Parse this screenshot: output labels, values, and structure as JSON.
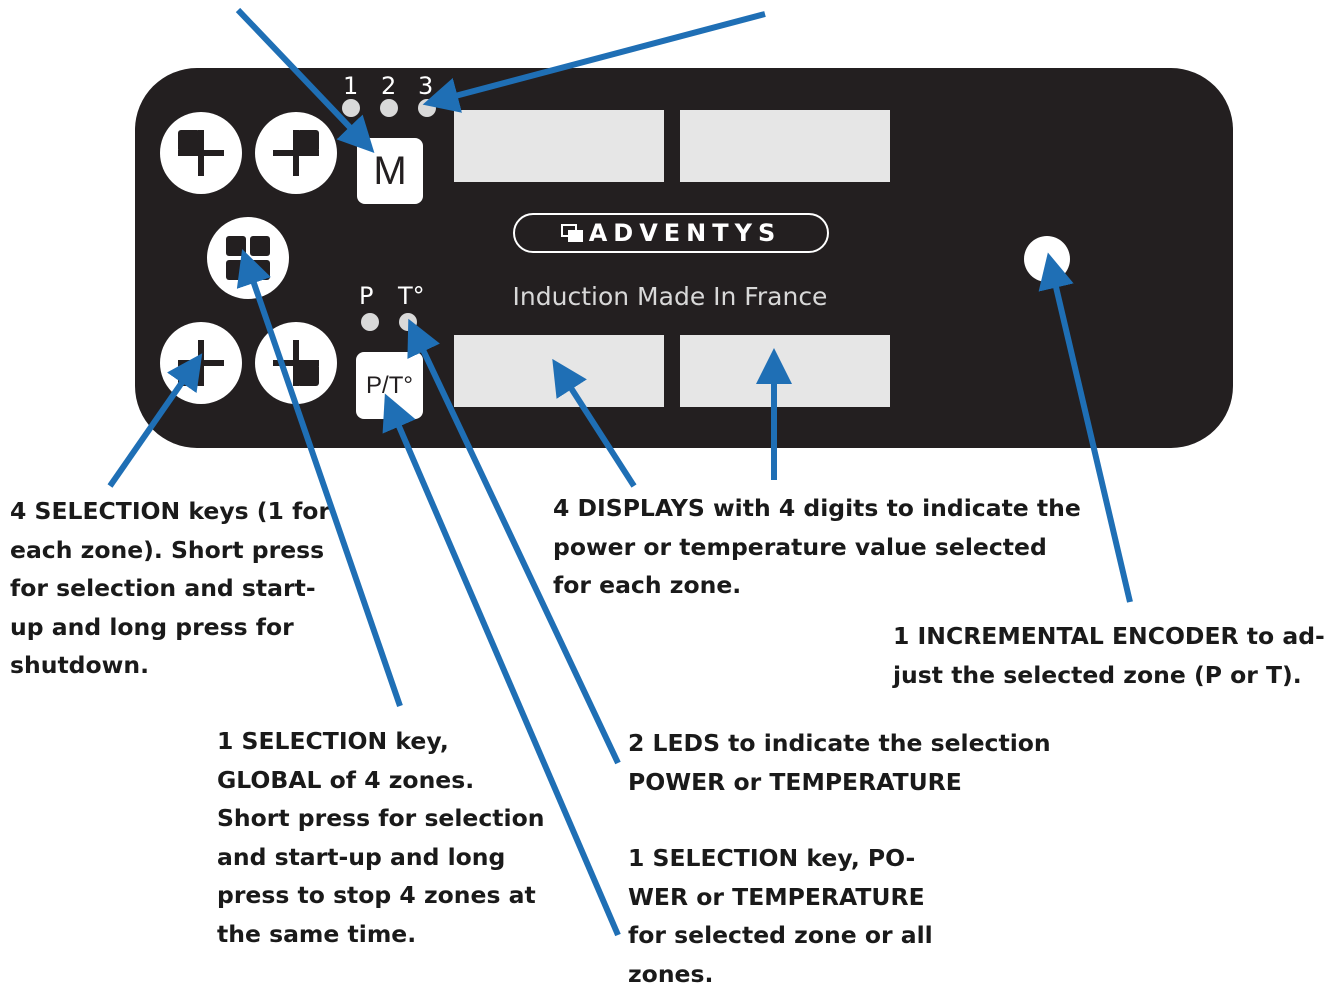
{
  "panel": {
    "led_numbers": [
      "1",
      "2",
      "3"
    ],
    "m_key_label": "M",
    "pt_key_label": "P/T°",
    "p_label": "P",
    "t_label": "T°",
    "brand": "ADVENTYS",
    "tagline": "Induction Made In France"
  },
  "callouts": {
    "selection_keys": "4 SELECTION keys (1 for\neach zone). Short press\nfor selection and start-\nup and long press for\nshutdown.",
    "displays": "4 DISPLAYS with 4 digits to indicate the\npower or temperature value selected\nfor each zone.",
    "encoder": "1 INCREMENTAL ENCODER to ad-\njust the selected zone (P or T).",
    "global_key": "1 SELECTION key,\nGLOBAL of 4 zones.\nShort press for selection\nand start-up and long\npress to stop 4 zones at\nthe same time.",
    "leds": "2 LEDS to indicate the selection\nPOWER or TEMPERATURE",
    "pt_key": "1 SELECTION key, PO-\nWER or TEMPERATURE\nfor selected zone or all\nzones."
  },
  "colors": {
    "panel": "#231f20",
    "arrow": "#1f6fb5",
    "display": "#e6e6e6"
  }
}
